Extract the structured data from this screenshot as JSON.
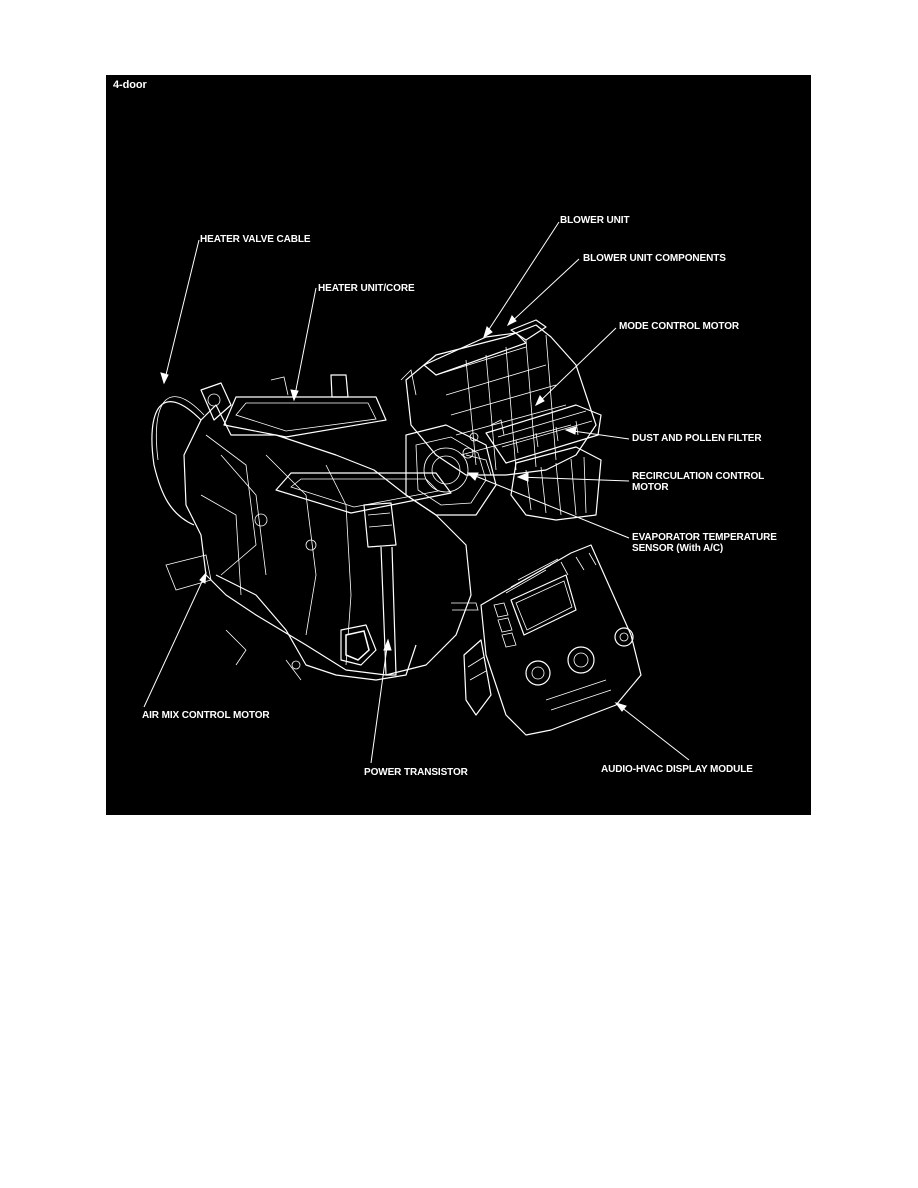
{
  "figure": {
    "title": "4-door",
    "background": "#000000",
    "foreground": "#ffffff",
    "labels": {
      "heater_valve_cable": "HEATER VALVE CABLE",
      "heater_unit_core": "HEATER UNIT/CORE",
      "blower_unit": "BLOWER UNIT",
      "blower_unit_components": "BLOWER UNIT COMPONENTS",
      "mode_control_motor": "MODE CONTROL MOTOR",
      "dust_pollen_filter": "DUST AND POLLEN FILTER",
      "recirculation_control_motor_1": "RECIRCULATION CONTROL",
      "recirculation_control_motor_2": "MOTOR",
      "evaporator_temp_sensor_1": "EVAPORATOR TEMPERATURE",
      "evaporator_temp_sensor_2": "SENSOR (With A/C)",
      "air_mix_control_motor": "AIR MIX CONTROL MOTOR",
      "power_transistor": "POWER TRANSISTOR",
      "audio_hvac_display_module": "AUDIO-HVAC DISPLAY MODULE"
    }
  }
}
